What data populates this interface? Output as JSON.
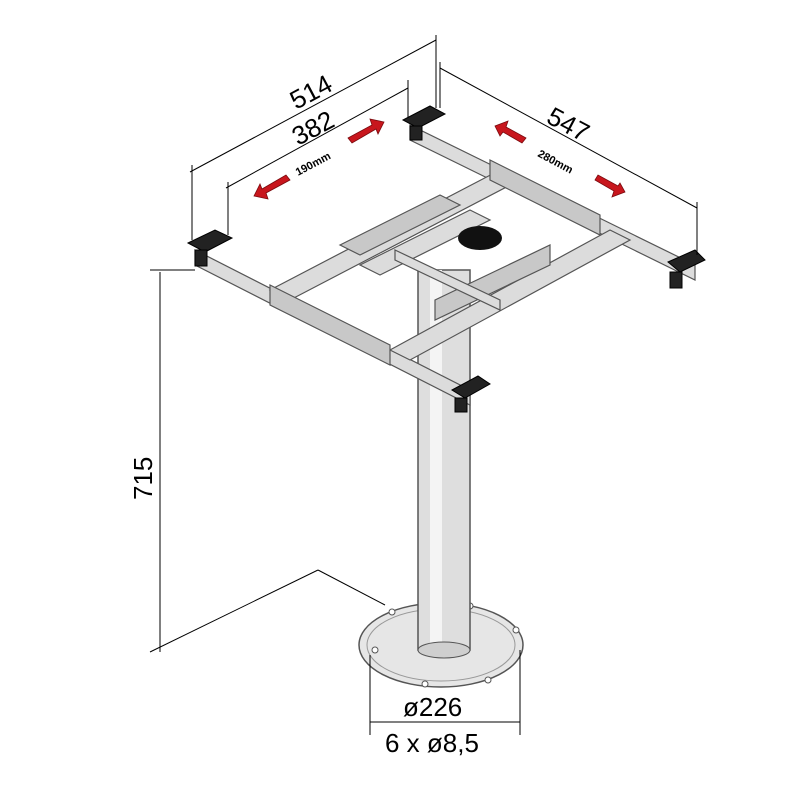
{
  "title": "Table pedestal with swivel extension frame",
  "dimensions": {
    "outer_width": "514",
    "inner_width": "382",
    "slide_x": "190mm",
    "depth": "547",
    "slide_y": "280mm",
    "height": "715",
    "base_diameter": "ø226",
    "holes": "6 x ø8,5"
  },
  "colors": {
    "arrow": "#c8161d",
    "metal": "#dcdcdc"
  }
}
